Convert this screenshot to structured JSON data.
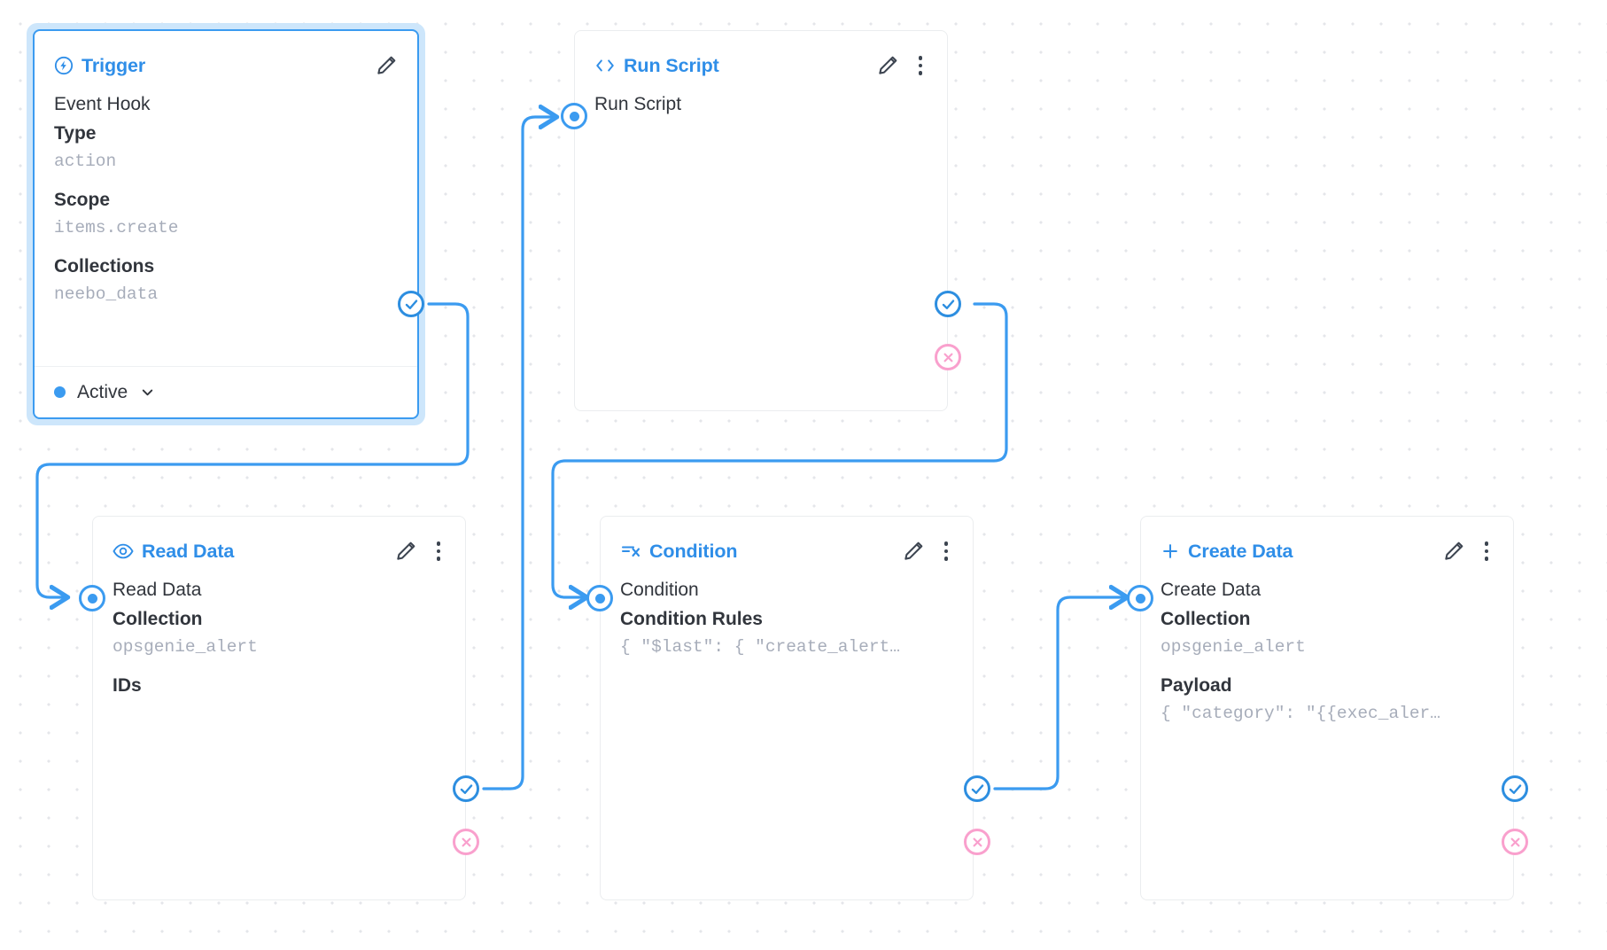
{
  "canvas": {
    "grid": true,
    "accent_blue": "#3b9bf0",
    "accent_pink": "#f9a0cd",
    "value_grey": "#a7adba"
  },
  "nodes": [
    {
      "id": "trigger",
      "icon": "bolt-circle-icon",
      "title": "Trigger",
      "selected": true,
      "subtitle": "Event Hook",
      "fields": [
        {
          "label": "Type",
          "value": "action"
        },
        {
          "label": "Scope",
          "value": "items.create"
        },
        {
          "label": "Collections",
          "value": "neebo_data"
        }
      ],
      "status": "Active",
      "has_kebab": false,
      "has_edit": true,
      "ports": {
        "input": false,
        "success": true,
        "error": false
      }
    },
    {
      "id": "run-script",
      "icon": "code-brackets-icon",
      "title": "Run Script",
      "selected": false,
      "subtitle": "Run Script",
      "fields": [],
      "has_kebab": true,
      "has_edit": true,
      "ports": {
        "input": true,
        "success": true,
        "error": true
      }
    },
    {
      "id": "read-data",
      "icon": "eye-icon",
      "title": "Read Data",
      "selected": false,
      "subtitle": "Read Data",
      "fields": [
        {
          "label": "Collection",
          "value": "opsgenie_alert"
        },
        {
          "label": "IDs",
          "value": ""
        }
      ],
      "has_kebab": true,
      "has_edit": true,
      "ports": {
        "input": true,
        "success": true,
        "error": true
      }
    },
    {
      "id": "condition",
      "icon": "condition-icon",
      "title": "Condition",
      "selected": false,
      "subtitle": "Condition",
      "fields": [
        {
          "label": "Condition Rules",
          "value": "{ \"$last\": { \"create_alert…"
        }
      ],
      "has_kebab": true,
      "has_edit": true,
      "ports": {
        "input": true,
        "success": true,
        "error": true
      }
    },
    {
      "id": "create-data",
      "icon": "plus-icon",
      "title": "Create Data",
      "selected": false,
      "subtitle": "Create Data",
      "fields": [
        {
          "label": "Collection",
          "value": "opsgenie_alert"
        },
        {
          "label": "Payload",
          "value": "{ \"category\": \"{{exec_aler…"
        }
      ],
      "has_kebab": true,
      "has_edit": true,
      "ports": {
        "input": true,
        "success": true,
        "error": true
      }
    }
  ],
  "icons": {
    "edit": "pencil-icon",
    "kebab": "more-vertical-icon",
    "chevron": "chevron-down-icon",
    "check": "check-circle-icon",
    "error": "x-circle-icon"
  }
}
